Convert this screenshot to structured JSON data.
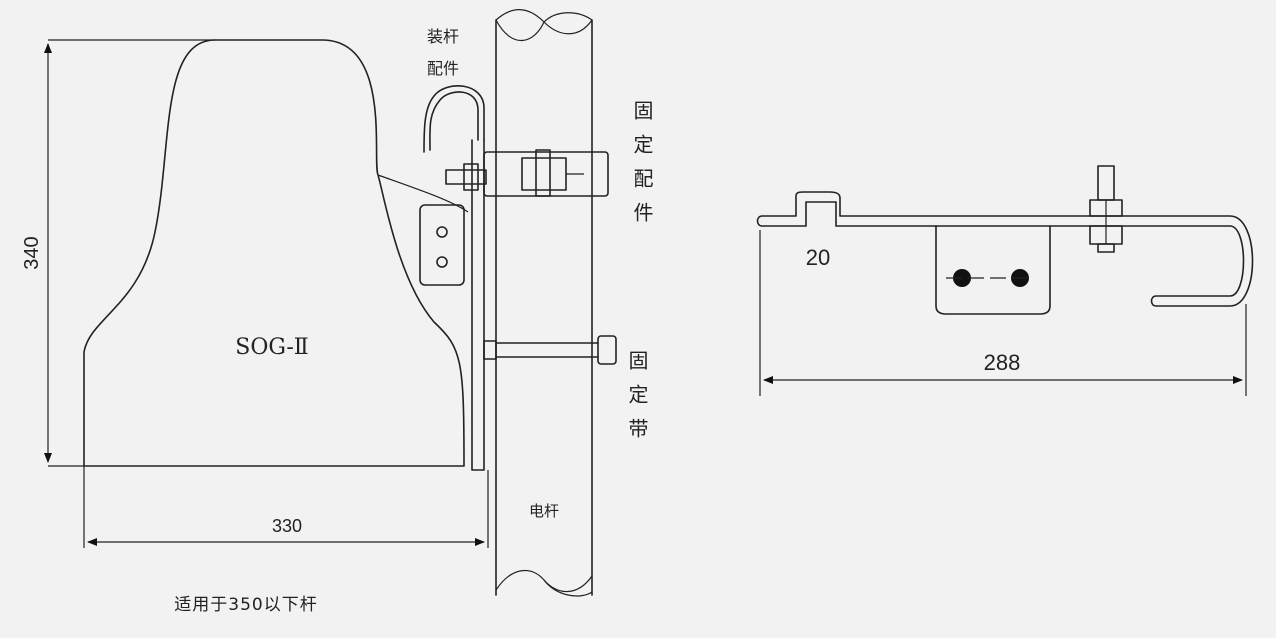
{
  "labels": {
    "model": "SOG-Ⅱ",
    "pole_fitting": "装杆配件",
    "fixing_fitting": "固定配件",
    "fixing_strap": "固定带",
    "pole": "电杆",
    "applicability": "适用于350以下杆"
  },
  "dimensions": {
    "height": "340",
    "width": "330",
    "bracket_length": "288",
    "hook_offset": "20"
  },
  "colors": {
    "background": "#f2f2f2",
    "line": "#222222"
  }
}
